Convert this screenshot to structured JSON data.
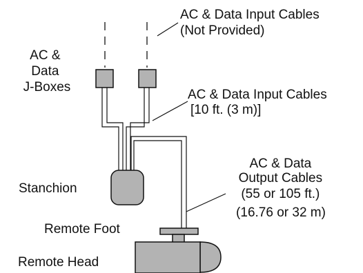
{
  "labels": {
    "input_cables_not_provided": [
      "AC & Data Input Cables",
      "(Not Provided)"
    ],
    "jboxes": [
      "AC &",
      "Data",
      "J-Boxes"
    ],
    "input_cables_10ft": [
      "AC & Data Input Cables",
      "[10 ft. (3 m)]"
    ],
    "output_cables": [
      "AC & Data",
      "Output Cables",
      "(55 or 105 ft.)",
      "(16.76 or 32 m)"
    ],
    "stanchion": "Stanchion",
    "remote_foot": "Remote Foot",
    "remote_head": "Remote Head"
  },
  "colors": {
    "line": "#111111",
    "component_fill": "#b3b3b3",
    "background": "#ffffff"
  }
}
